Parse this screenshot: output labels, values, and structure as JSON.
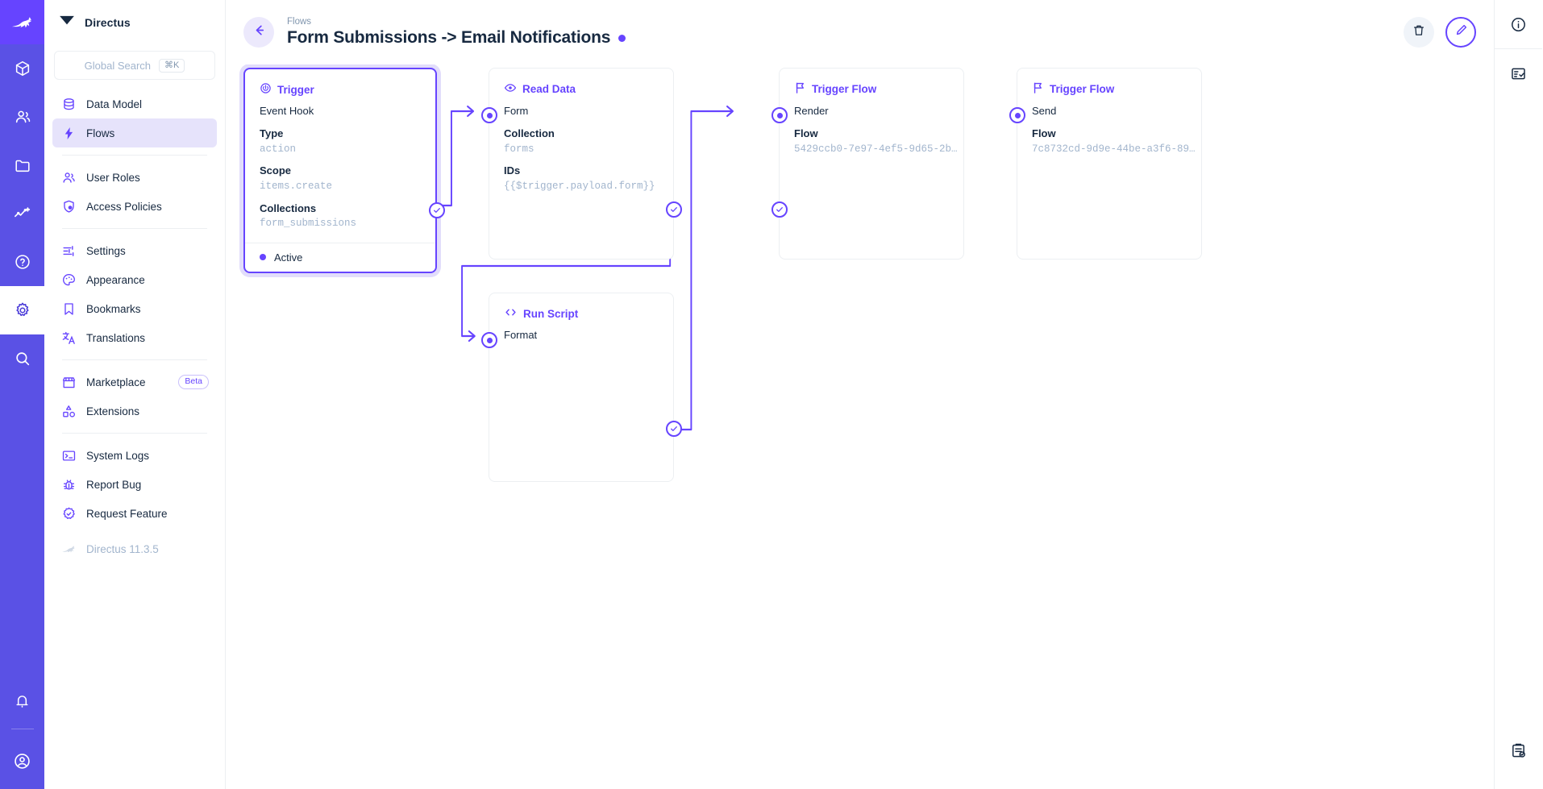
{
  "module_bar": {
    "logo_icon": "directus-rabbit-logo",
    "items": [
      {
        "name": "content-module",
        "icon": "box-icon",
        "active": false
      },
      {
        "name": "users-module",
        "icon": "people-icon",
        "active": false
      },
      {
        "name": "files-module",
        "icon": "folder-icon",
        "active": false
      },
      {
        "name": "insights-module",
        "icon": "analytics-icon",
        "active": false
      },
      {
        "name": "docs-module",
        "icon": "question-circle-icon",
        "active": false
      },
      {
        "name": "settings-module",
        "icon": "gear-icon",
        "active": true
      },
      {
        "name": "search-module",
        "icon": "search-icon",
        "active": false
      }
    ],
    "bottom_items": [
      {
        "name": "notifications",
        "icon": "bell-icon"
      },
      {
        "name": "account",
        "icon": "user-circle-icon"
      }
    ]
  },
  "sidebar": {
    "brand": "Directus",
    "brand_icon": "directus-mark-icon",
    "search": {
      "placeholder": "Global Search",
      "shortcut": "⌘K",
      "icon": "search-icon"
    },
    "groups": [
      {
        "items": [
          {
            "label": "Data Model",
            "icon": "database-icon",
            "active": false
          },
          {
            "label": "Flows",
            "icon": "bolt-icon",
            "active": true
          }
        ]
      },
      {
        "items": [
          {
            "label": "User Roles",
            "icon": "people-icon",
            "active": false
          },
          {
            "label": "Access Policies",
            "icon": "shield-lock-icon",
            "active": false
          }
        ]
      },
      {
        "items": [
          {
            "label": "Settings",
            "icon": "sliders-icon",
            "active": false
          },
          {
            "label": "Appearance",
            "icon": "palette-icon",
            "active": false
          },
          {
            "label": "Bookmarks",
            "icon": "bookmark-icon",
            "active": false
          },
          {
            "label": "Translations",
            "icon": "translate-icon",
            "active": false
          }
        ]
      },
      {
        "items": [
          {
            "label": "Marketplace",
            "icon": "store-icon",
            "badge": "Beta",
            "active": false
          },
          {
            "label": "Extensions",
            "icon": "shapes-icon",
            "active": false
          }
        ]
      },
      {
        "items": [
          {
            "label": "System Logs",
            "icon": "terminal-icon",
            "active": false
          },
          {
            "label": "Report Bug",
            "icon": "bug-icon",
            "active": false
          },
          {
            "label": "Request Feature",
            "icon": "check-badge-icon",
            "active": false
          }
        ]
      }
    ],
    "version_label": "Directus 11.3.5",
    "version_icon": "directus-rabbit-icon"
  },
  "header": {
    "back_icon": "arrow-left-icon",
    "breadcrumb": "Flows",
    "title": "Form Submissions -> Email Notifications",
    "status_dot_color": "#6644ff",
    "delete_icon": "trash-icon",
    "edit_icon": "pencil-icon"
  },
  "right_sidebar": {
    "items": [
      {
        "name": "info-sidebar-button",
        "icon": "info-circle-icon"
      },
      {
        "name": "logs-sidebar-button",
        "icon": "list-check-icon"
      }
    ],
    "bottom": {
      "name": "notes-sidebar-button",
      "icon": "clipboard-icon"
    }
  },
  "flow": {
    "nodes": [
      {
        "id": "trigger",
        "kind": "trigger",
        "header_icon": "power-circle-icon",
        "header": "Trigger",
        "subtitle": "Event Hook",
        "fields": [
          {
            "key": "Type",
            "value": "action"
          },
          {
            "key": "Scope",
            "value": "items.create"
          },
          {
            "key": "Collections",
            "value": "form_submissions"
          }
        ],
        "footer_status": "Active"
      },
      {
        "id": "read-data",
        "kind": "operation",
        "header_icon": "eye-icon",
        "header": "Read Data",
        "subtitle": "Form",
        "fields": [
          {
            "key": "Collection",
            "value": "forms"
          },
          {
            "key": "IDs",
            "value": "{{$trigger.payload.form}}"
          }
        ]
      },
      {
        "id": "run-script",
        "kind": "operation",
        "header_icon": "code-icon",
        "header": "Run Script",
        "subtitle": "Format",
        "fields": []
      },
      {
        "id": "trigger-flow-render",
        "kind": "operation",
        "header_icon": "flag-icon",
        "header": "Trigger Flow",
        "subtitle": "Render",
        "fields": [
          {
            "key": "Flow",
            "value": "5429ccb0-7e97-4ef5-9d65-2b…"
          }
        ]
      },
      {
        "id": "trigger-flow-send",
        "kind": "operation",
        "header_icon": "flag-icon",
        "header": "Trigger Flow",
        "subtitle": "Send",
        "fields": [
          {
            "key": "Flow",
            "value": "7c8732cd-9d9e-44be-a3f6-89…"
          }
        ]
      }
    ]
  },
  "colors": {
    "accent": "#6644ff",
    "module_bar": "#5a51e5",
    "text": "#172940",
    "muted": "#a2b5cd",
    "border": "#eceff2",
    "active_nav_bg": "#e6e3fb"
  }
}
